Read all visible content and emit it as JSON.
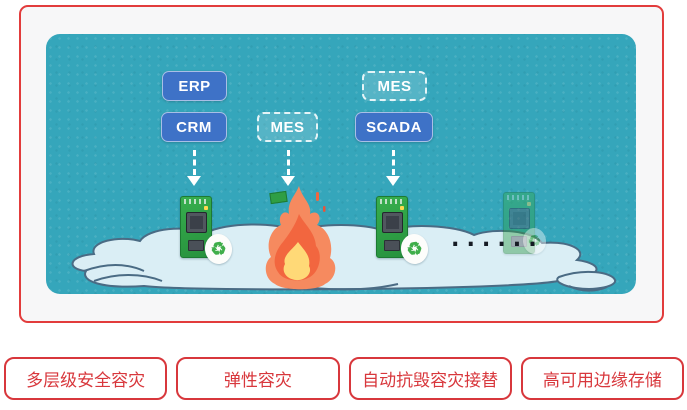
{
  "diagram": {
    "labels": {
      "erp": "ERP",
      "crm": "CRM",
      "mes_center": "MES",
      "mes_right": "MES",
      "scada": "SCADA"
    },
    "dots": "......",
    "icons": {
      "recycle": "♻"
    }
  },
  "features": [
    "多层级安全容灾",
    "弹性容灾",
    "自动抗毁容灾接替",
    "高可用边缘存储"
  ],
  "colors": {
    "accent_red": "#d8373c",
    "panel_border_red": "#e23c3c",
    "scene_teal": "#35a6bb",
    "app_box_blue": "#3e72c7",
    "cloud_fill": "#daeef5",
    "cloud_outline": "#4a6b84",
    "board_green": "#2f9e44",
    "flame_outer": "#f68a5f",
    "flame_mid": "#f2663f",
    "flame_core": "#ffd977"
  }
}
